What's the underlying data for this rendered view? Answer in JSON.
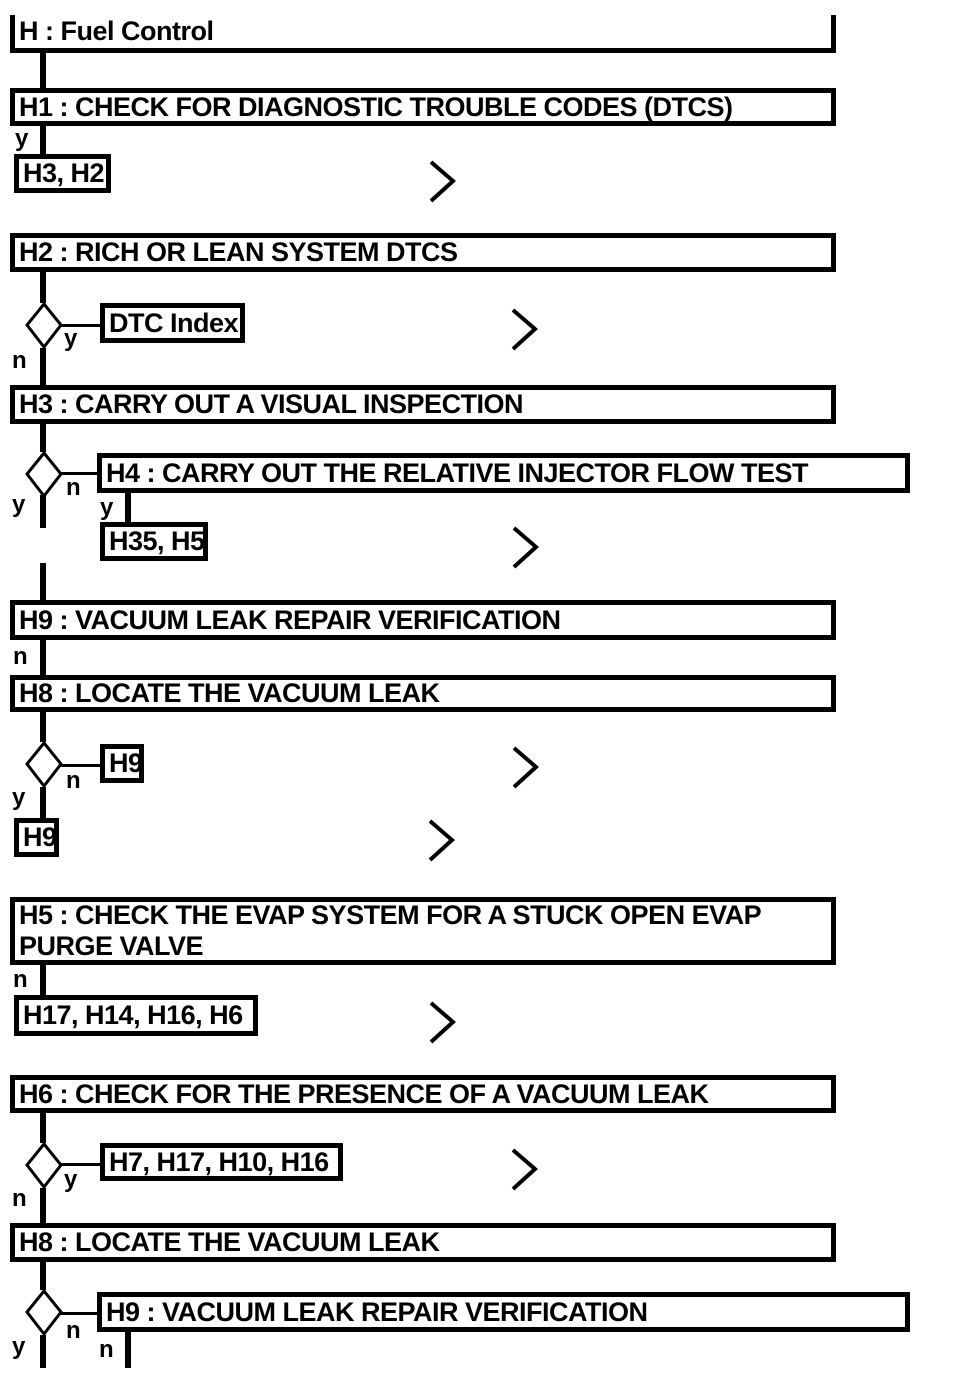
{
  "diagram": {
    "colors": {
      "line": "#000000",
      "background": "#ffffff"
    },
    "connector_labels": {
      "yes": "y",
      "no": "n"
    },
    "boxes": {
      "root": "H : Fuel Control",
      "h1": "H1 : CHECK FOR DIAGNOSTIC TROUBLE CODES (DTCS)",
      "h1_y": "H3, H2",
      "h2": "H2 : RICH OR LEAN SYSTEM DTCS",
      "h2_y": "DTC Index",
      "h3": "H3 : CARRY OUT A VISUAL INSPECTION",
      "h4": "H4 : CARRY OUT THE RELATIVE INJECTOR FLOW TEST",
      "h4_y": "H35, H5",
      "h9_first": "H9 : VACUUM LEAK REPAIR VERIFICATION",
      "h8_first": "H8 : LOCATE THE VACUUM LEAK",
      "h8_first_n": "H9",
      "h8_first_y": "H9",
      "h5_line1": "H5 : CHECK THE EVAP SYSTEM FOR A STUCK OPEN EVAP",
      "h5_line2": "PURGE VALVE",
      "h5_n": "H17, H14, H16, H6",
      "h6": "H6 : CHECK FOR THE PRESENCE OF A VACUUM LEAK",
      "h6_y": "H7, H17, H10, H16",
      "h8_second": "H8 : LOCATE THE VACUUM LEAK",
      "h9_bottom": "H9 : VACUUM LEAK REPAIR VERIFICATION"
    }
  }
}
